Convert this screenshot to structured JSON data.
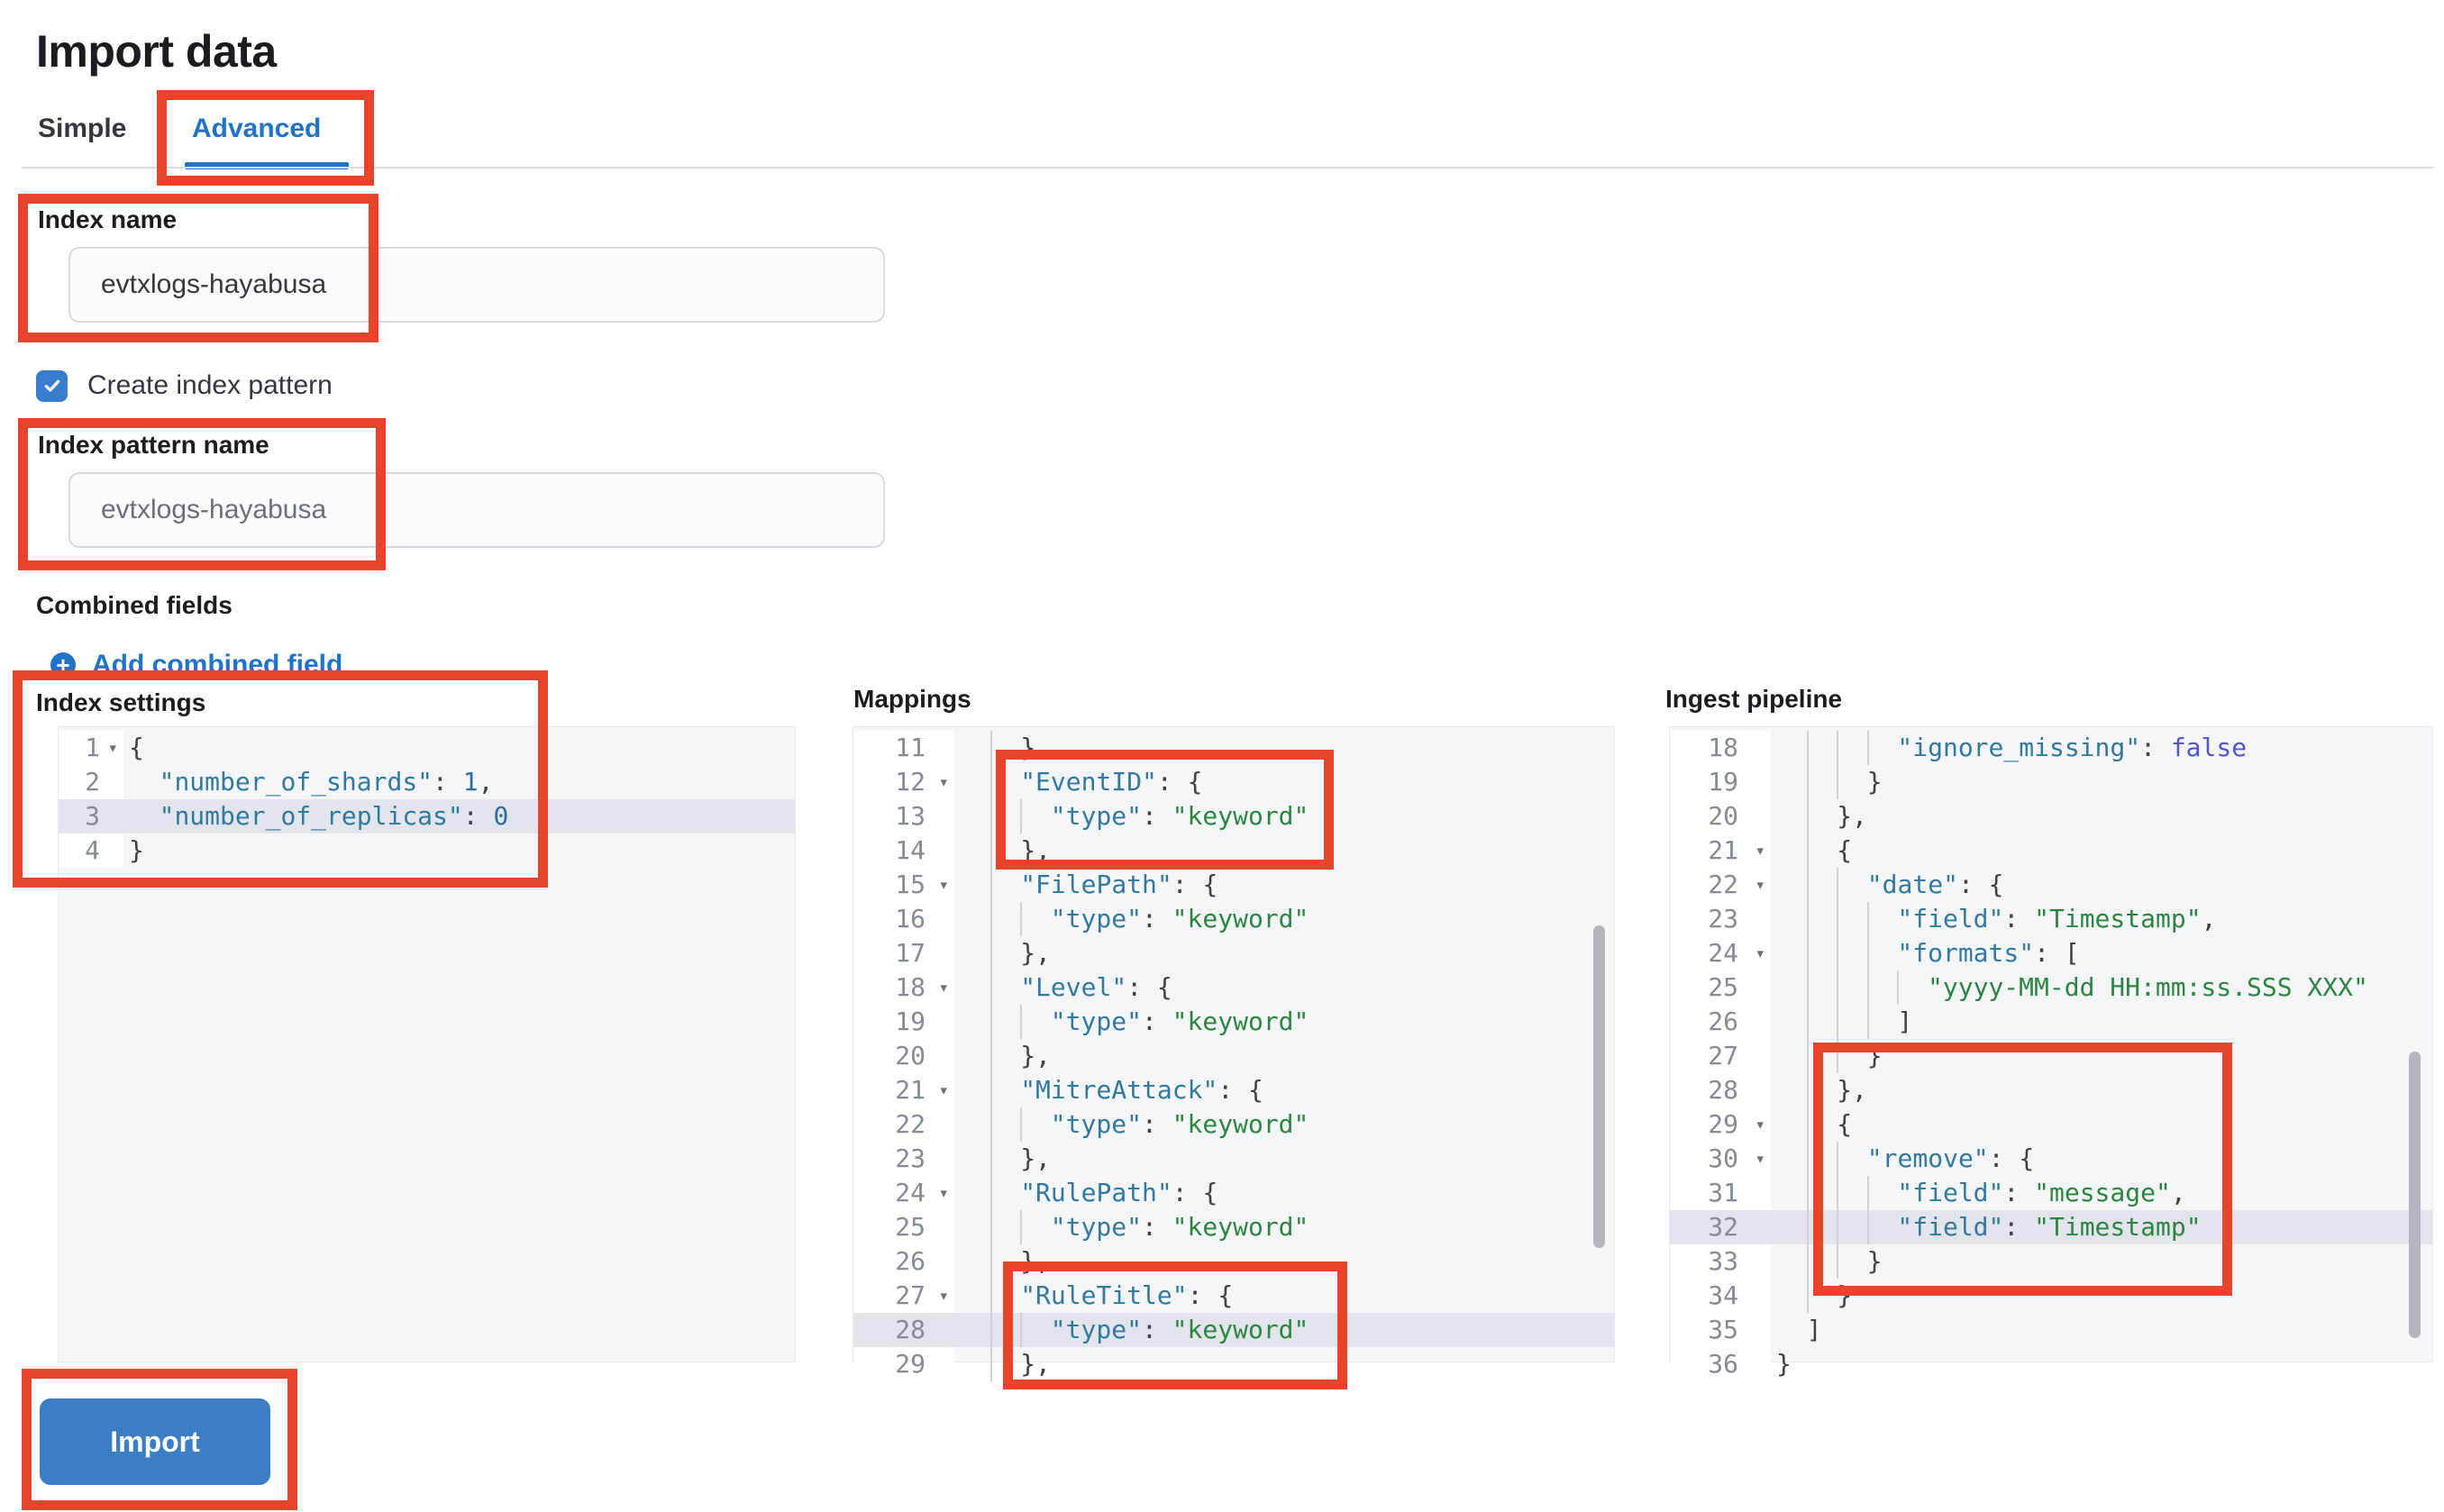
{
  "page": {
    "title": "Import data"
  },
  "tabs": {
    "simple": "Simple",
    "advanced": "Advanced"
  },
  "form": {
    "index_name": {
      "label": "Index name",
      "value": "evtxlogs-hayabusa"
    },
    "create_index_pattern": {
      "label": "Create index pattern",
      "checked": true
    },
    "index_pattern_name": {
      "label": "Index pattern name",
      "placeholder": "evtxlogs-hayabusa"
    },
    "combined_fields": {
      "label": "Combined fields",
      "add_link": "Add combined field"
    }
  },
  "icons": {
    "plus": "+",
    "fold": "▾"
  },
  "actions": {
    "import_label": "Import"
  },
  "colors": {
    "accent_blue": "#2173c8",
    "button_blue": "#3b7ec5",
    "checkbox_blue": "#3a7ccd",
    "annotation_red": "#e8442b",
    "code_key": "#32789f",
    "code_string": "#2b8540",
    "code_number": "#2a6f9e",
    "code_boolean": "#5257d0",
    "highlight_row": "#e2e5eb"
  },
  "editors": {
    "settings": {
      "label": "Index settings",
      "lines": [
        {
          "n": "1",
          "f": 1,
          "h": 0,
          "i": 0,
          "g": [],
          "s": [
            [
              "p",
              "{"
            ]
          ]
        },
        {
          "n": "2",
          "f": 0,
          "h": 0,
          "i": 2,
          "g": [],
          "s": [
            [
              "k",
              "\"number_of_shards\""
            ],
            [
              "p",
              ": "
            ],
            [
              "n",
              "1"
            ],
            [
              "p",
              ","
            ]
          ]
        },
        {
          "n": "3",
          "f": 0,
          "h": 1,
          "i": 2,
          "g": [],
          "s": [
            [
              "k",
              "\"number_of_replicas\""
            ],
            [
              "p",
              ": "
            ],
            [
              "n",
              "0"
            ]
          ]
        },
        {
          "n": "4",
          "f": 0,
          "h": 0,
          "i": 0,
          "g": [],
          "s": [
            [
              "p",
              "}"
            ]
          ]
        }
      ]
    },
    "mappings": {
      "label": "Mappings",
      "lines": [
        {
          "n": "11",
          "f": 0,
          "h": 0,
          "i": 4,
          "g": [
            2
          ],
          "s": [
            [
              "p",
              "},"
            ]
          ]
        },
        {
          "n": "12",
          "f": 1,
          "h": 0,
          "i": 4,
          "g": [
            2
          ],
          "s": [
            [
              "k",
              "\"EventID\""
            ],
            [
              "p",
              ": {"
            ]
          ]
        },
        {
          "n": "13",
          "f": 0,
          "h": 0,
          "i": 6,
          "g": [
            2,
            4
          ],
          "s": [
            [
              "k",
              "\"type\""
            ],
            [
              "p",
              ": "
            ],
            [
              "s",
              "\"keyword\""
            ]
          ]
        },
        {
          "n": "14",
          "f": 0,
          "h": 0,
          "i": 4,
          "g": [
            2
          ],
          "s": [
            [
              "p",
              "},"
            ]
          ]
        },
        {
          "n": "15",
          "f": 1,
          "h": 0,
          "i": 4,
          "g": [
            2
          ],
          "s": [
            [
              "k",
              "\"FilePath\""
            ],
            [
              "p",
              ": {"
            ]
          ]
        },
        {
          "n": "16",
          "f": 0,
          "h": 0,
          "i": 6,
          "g": [
            2,
            4
          ],
          "s": [
            [
              "k",
              "\"type\""
            ],
            [
              "p",
              ": "
            ],
            [
              "s",
              "\"keyword\""
            ]
          ]
        },
        {
          "n": "17",
          "f": 0,
          "h": 0,
          "i": 4,
          "g": [
            2
          ],
          "s": [
            [
              "p",
              "},"
            ]
          ]
        },
        {
          "n": "18",
          "f": 1,
          "h": 0,
          "i": 4,
          "g": [
            2
          ],
          "s": [
            [
              "k",
              "\"Level\""
            ],
            [
              "p",
              ": {"
            ]
          ]
        },
        {
          "n": "19",
          "f": 0,
          "h": 0,
          "i": 6,
          "g": [
            2,
            4
          ],
          "s": [
            [
              "k",
              "\"type\""
            ],
            [
              "p",
              ": "
            ],
            [
              "s",
              "\"keyword\""
            ]
          ]
        },
        {
          "n": "20",
          "f": 0,
          "h": 0,
          "i": 4,
          "g": [
            2
          ],
          "s": [
            [
              "p",
              "},"
            ]
          ]
        },
        {
          "n": "21",
          "f": 1,
          "h": 0,
          "i": 4,
          "g": [
            2
          ],
          "s": [
            [
              "k",
              "\"MitreAttack\""
            ],
            [
              "p",
              ": {"
            ]
          ]
        },
        {
          "n": "22",
          "f": 0,
          "h": 0,
          "i": 6,
          "g": [
            2,
            4
          ],
          "s": [
            [
              "k",
              "\"type\""
            ],
            [
              "p",
              ": "
            ],
            [
              "s",
              "\"keyword\""
            ]
          ]
        },
        {
          "n": "23",
          "f": 0,
          "h": 0,
          "i": 4,
          "g": [
            2
          ],
          "s": [
            [
              "p",
              "},"
            ]
          ]
        },
        {
          "n": "24",
          "f": 1,
          "h": 0,
          "i": 4,
          "g": [
            2
          ],
          "s": [
            [
              "k",
              "\"RulePath\""
            ],
            [
              "p",
              ": {"
            ]
          ]
        },
        {
          "n": "25",
          "f": 0,
          "h": 0,
          "i": 6,
          "g": [
            2,
            4
          ],
          "s": [
            [
              "k",
              "\"type\""
            ],
            [
              "p",
              ": "
            ],
            [
              "s",
              "\"keyword\""
            ]
          ]
        },
        {
          "n": "26",
          "f": 0,
          "h": 0,
          "i": 4,
          "g": [
            2
          ],
          "s": [
            [
              "p",
              "},"
            ]
          ]
        },
        {
          "n": "27",
          "f": 1,
          "h": 0,
          "i": 4,
          "g": [
            2
          ],
          "s": [
            [
              "k",
              "\"RuleTitle\""
            ],
            [
              "p",
              ": {"
            ]
          ]
        },
        {
          "n": "28",
          "f": 0,
          "h": 1,
          "i": 6,
          "g": [
            2,
            4
          ],
          "s": [
            [
              "k",
              "\"type\""
            ],
            [
              "p",
              ": "
            ],
            [
              "s",
              "\"keyword\""
            ]
          ]
        },
        {
          "n": "29",
          "f": 0,
          "h": 0,
          "i": 4,
          "g": [
            2
          ],
          "s": [
            [
              "p",
              "},"
            ]
          ]
        }
      ]
    },
    "ingest": {
      "label": "Ingest pipeline",
      "lines": [
        {
          "n": "18",
          "f": 0,
          "h": 0,
          "i": 8,
          "g": [
            2,
            4,
            6
          ],
          "s": [
            [
              "k",
              "\"ignore_missing\""
            ],
            [
              "p",
              ": "
            ],
            [
              "b",
              "false"
            ]
          ]
        },
        {
          "n": "19",
          "f": 0,
          "h": 0,
          "i": 6,
          "g": [
            2,
            4
          ],
          "s": [
            [
              "p",
              "}"
            ]
          ]
        },
        {
          "n": "20",
          "f": 0,
          "h": 0,
          "i": 4,
          "g": [
            2
          ],
          "s": [
            [
              "p",
              "},"
            ]
          ]
        },
        {
          "n": "21",
          "f": 1,
          "h": 0,
          "i": 4,
          "g": [
            2
          ],
          "s": [
            [
              "p",
              "{"
            ]
          ]
        },
        {
          "n": "22",
          "f": 1,
          "h": 0,
          "i": 6,
          "g": [
            2,
            4
          ],
          "s": [
            [
              "k",
              "\"date\""
            ],
            [
              "p",
              ": {"
            ]
          ]
        },
        {
          "n": "23",
          "f": 0,
          "h": 0,
          "i": 8,
          "g": [
            2,
            4,
            6
          ],
          "s": [
            [
              "k",
              "\"field\""
            ],
            [
              "p",
              ": "
            ],
            [
              "s",
              "\"Timestamp\""
            ],
            [
              "p",
              ","
            ]
          ]
        },
        {
          "n": "24",
          "f": 1,
          "h": 0,
          "i": 8,
          "g": [
            2,
            4,
            6
          ],
          "s": [
            [
              "k",
              "\"formats\""
            ],
            [
              "p",
              ": ["
            ]
          ]
        },
        {
          "n": "25",
          "f": 0,
          "h": 0,
          "i": 10,
          "g": [
            2,
            4,
            6,
            8
          ],
          "s": [
            [
              "s",
              "\"yyyy-MM-dd HH:mm:ss.SSS XXX\""
            ]
          ]
        },
        {
          "n": "26",
          "f": 0,
          "h": 0,
          "i": 8,
          "g": [
            2,
            4,
            6
          ],
          "s": [
            [
              "p",
              "]"
            ]
          ]
        },
        {
          "n": "27",
          "f": 0,
          "h": 0,
          "i": 6,
          "g": [
            2,
            4
          ],
          "s": [
            [
              "p",
              "}"
            ]
          ]
        },
        {
          "n": "28",
          "f": 0,
          "h": 0,
          "i": 4,
          "g": [
            2
          ],
          "s": [
            [
              "p",
              "},"
            ]
          ]
        },
        {
          "n": "29",
          "f": 1,
          "h": 0,
          "i": 4,
          "g": [
            2
          ],
          "s": [
            [
              "p",
              "{"
            ]
          ]
        },
        {
          "n": "30",
          "f": 1,
          "h": 0,
          "i": 6,
          "g": [
            2,
            4
          ],
          "s": [
            [
              "k",
              "\"remove\""
            ],
            [
              "p",
              ": {"
            ]
          ]
        },
        {
          "n": "31",
          "f": 0,
          "h": 0,
          "i": 8,
          "g": [
            2,
            4,
            6
          ],
          "s": [
            [
              "k",
              "\"field\""
            ],
            [
              "p",
              ": "
            ],
            [
              "s",
              "\"message\""
            ],
            [
              "p",
              ","
            ]
          ]
        },
        {
          "n": "32",
          "f": 0,
          "h": 1,
          "i": 8,
          "g": [
            2,
            4,
            6
          ],
          "s": [
            [
              "k",
              "\"field\""
            ],
            [
              "p",
              ": "
            ],
            [
              "s",
              "\"Timestamp\""
            ]
          ]
        },
        {
          "n": "33",
          "f": 0,
          "h": 0,
          "i": 6,
          "g": [
            2,
            4
          ],
          "s": [
            [
              "p",
              "}"
            ]
          ]
        },
        {
          "n": "34",
          "f": 0,
          "h": 0,
          "i": 4,
          "g": [
            2
          ],
          "s": [
            [
              "p",
              "}"
            ]
          ]
        },
        {
          "n": "35",
          "f": 0,
          "h": 0,
          "i": 2,
          "g": [],
          "s": [
            [
              "p",
              "]"
            ]
          ]
        },
        {
          "n": "36",
          "f": 0,
          "h": 0,
          "i": 0,
          "g": [],
          "s": [
            [
              "p",
              "}"
            ]
          ]
        }
      ]
    }
  }
}
